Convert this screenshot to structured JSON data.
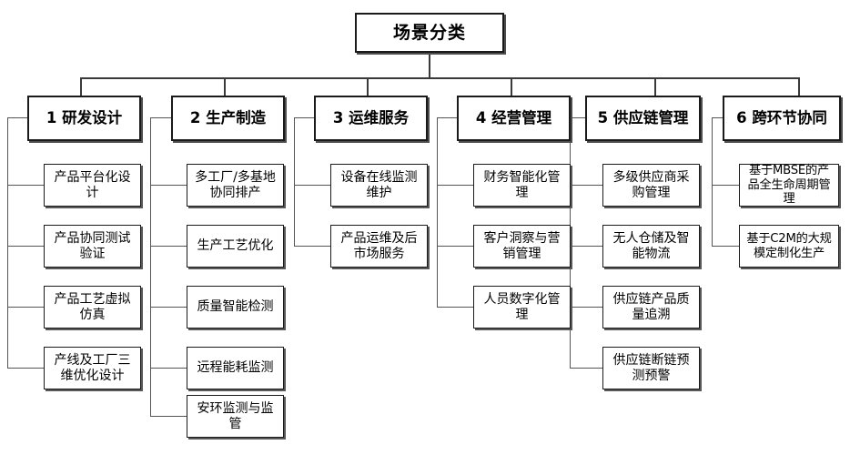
{
  "diagram": {
    "title": "场景分类",
    "type": "org-chart",
    "root": {
      "label": "场景分类"
    },
    "columns": [
      {
        "id": 1,
        "header": "1 研发设计",
        "items": [
          "产品平台化设计",
          "产品协同测试验证",
          "产品工艺虚拟仿真",
          "产线及工厂三维优化设计"
        ]
      },
      {
        "id": 2,
        "header": "2 生产制造",
        "items": [
          "多工厂/多基地协同排产",
          "生产工艺优化",
          "质量智能检测",
          "远程能耗监测",
          "安环监测与监管"
        ]
      },
      {
        "id": 3,
        "header": "3 运维服务",
        "items": [
          "设备在线监测维护",
          "产品运维及后市场服务"
        ]
      },
      {
        "id": 4,
        "header": "4 经营管理",
        "items": [
          "财务智能化管理",
          "客户洞察与营销管理",
          "人员数字化管理"
        ]
      },
      {
        "id": 5,
        "header": "5 供应链管理",
        "items": [
          "多级供应商采购管理",
          "无人仓储及智能物流",
          "供应链产品质量追溯",
          "供应链断链预测预警"
        ]
      },
      {
        "id": 6,
        "header": "6 跨环节协同",
        "items": [
          "基于MBSE的产品全生命周期管理",
          "基于C2M的大规模定制化生产"
        ]
      }
    ]
  },
  "colors": {
    "background": "#ffffff",
    "box_border": "#1a1a1a",
    "box_fill": "#ffffff",
    "connector": "#555555",
    "text": "#000000",
    "shadow": "#4d4d4d"
  }
}
